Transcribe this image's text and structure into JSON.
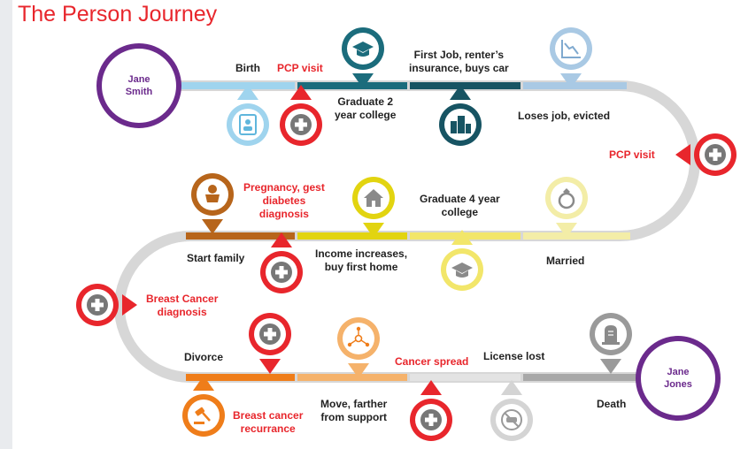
{
  "title": "The Person Journey",
  "people": [
    {
      "name": "Jane Smith",
      "line1": "Jane",
      "line2": "Smith"
    },
    {
      "name": "Jane Jones",
      "line1": "Jane",
      "line2": "Jones"
    }
  ],
  "colors": {
    "purple": "#6b2a8c",
    "red": "#e8262c",
    "track_gray": "#d7d7d7",
    "light_blue": "#9fd4ee",
    "teal": "#1b6c7c",
    "dark_teal": "#175463",
    "pale_blue": "#a9c9e4",
    "brown": "#b7651b",
    "yellow": "#e2d410",
    "pale_yellow": "#f3eda7",
    "orange": "#ef7d1a",
    "light_orange": "#f5b26b",
    "gray_pin": "#9a9a9a",
    "light_gray_pin": "#c8c8c8"
  },
  "events": {
    "birth": "Birth",
    "pcp_visit_1": "PCP visit",
    "graduate_2_year": [
      "Graduate 2",
      "year college"
    ],
    "first_job": [
      "First Job, renter’s",
      "insurance, buys car"
    ],
    "loses_job": "Loses job, evicted",
    "pcp_visit_2": "PCP visit",
    "pregnancy": [
      "Pregnancy, gest",
      "diabetes",
      "diagnosis"
    ],
    "graduate_4_year": [
      "Graduate 4 year",
      "college"
    ],
    "start_family": "Start family",
    "income_increases": [
      "Income increases,",
      "buy first home"
    ],
    "married": "Married",
    "breast_cancer_diagnosis": [
      "Breast Cancer",
      "diagnosis"
    ],
    "divorce": "Divorce",
    "cancer_spread": "Cancer spread",
    "license_lost": "License lost",
    "move_farther": [
      "Move, farther",
      "from support"
    ],
    "breast_cancer_recurrance": [
      "Breast cancer",
      "recurrance"
    ],
    "death": "Death"
  },
  "icons": {
    "id_card": "id-card-icon",
    "medical_cross": "medical-cross-icon",
    "graduation_cap": "graduation-cap-icon",
    "office_building": "office-building-icon",
    "declining_chart": "declining-chart-icon",
    "baby": "baby-icon",
    "house": "house-icon",
    "ring": "ring-icon",
    "network": "network-icon",
    "gavel": "gavel-icon",
    "no_car": "no-car-icon",
    "tombstone": "tombstone-icon"
  }
}
